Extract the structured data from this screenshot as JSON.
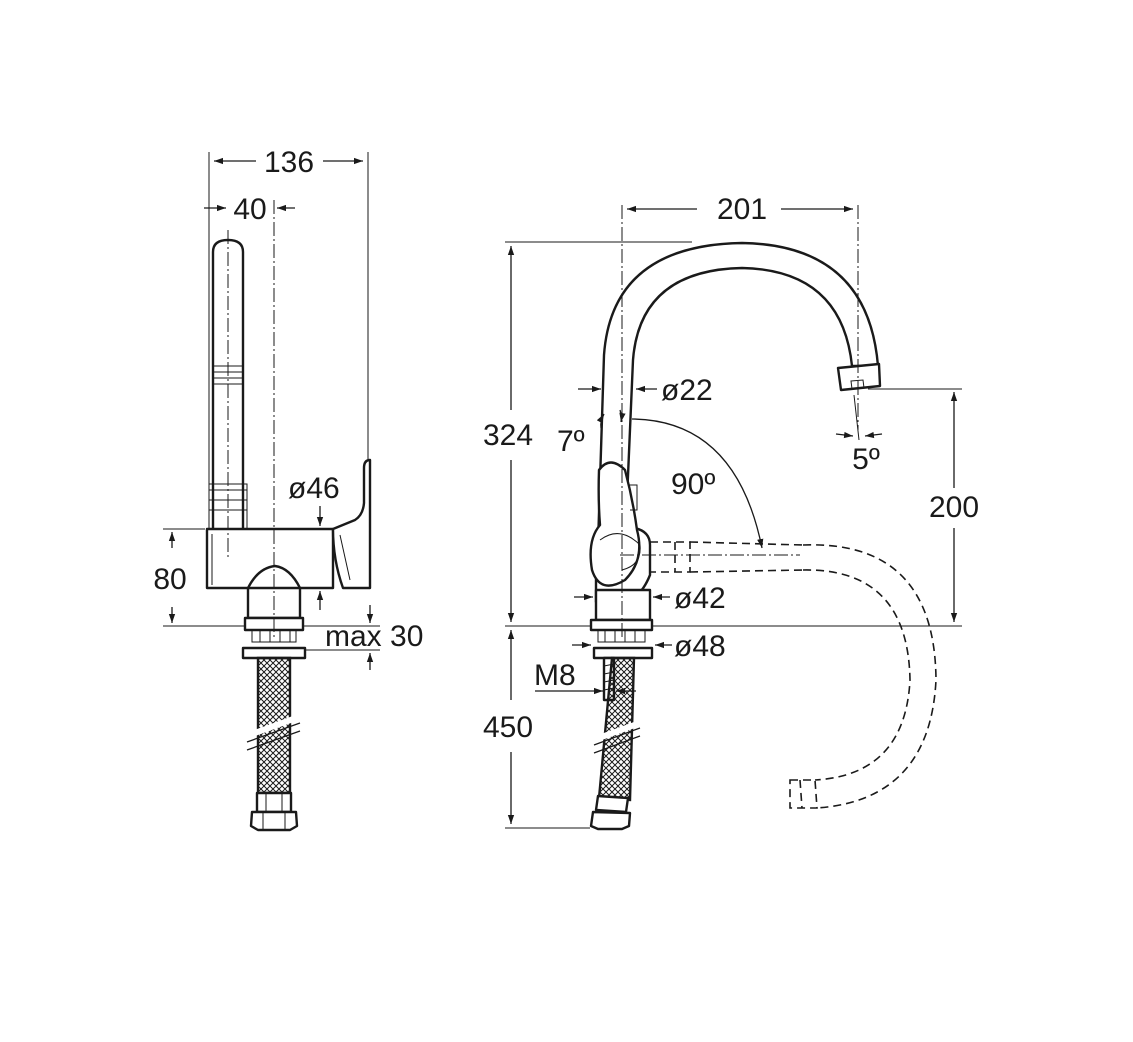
{
  "dimensions": {
    "total_width": "136",
    "lever_offset": "40",
    "lever_diameter": "ø46",
    "body_height": "80",
    "max_thickness": "max 30",
    "spout_reach": "201",
    "total_height": "324",
    "spout_diameter": "ø22",
    "tilt_angle": "7º",
    "lever_rotation": "90º",
    "outlet_angle": "5º",
    "outlet_height": "200",
    "body_diameter": "ø42",
    "base_diameter": "ø48",
    "thread": "M8",
    "hose_length": "450"
  },
  "colors": {
    "line": "#1a1a1a",
    "background": "#ffffff"
  }
}
